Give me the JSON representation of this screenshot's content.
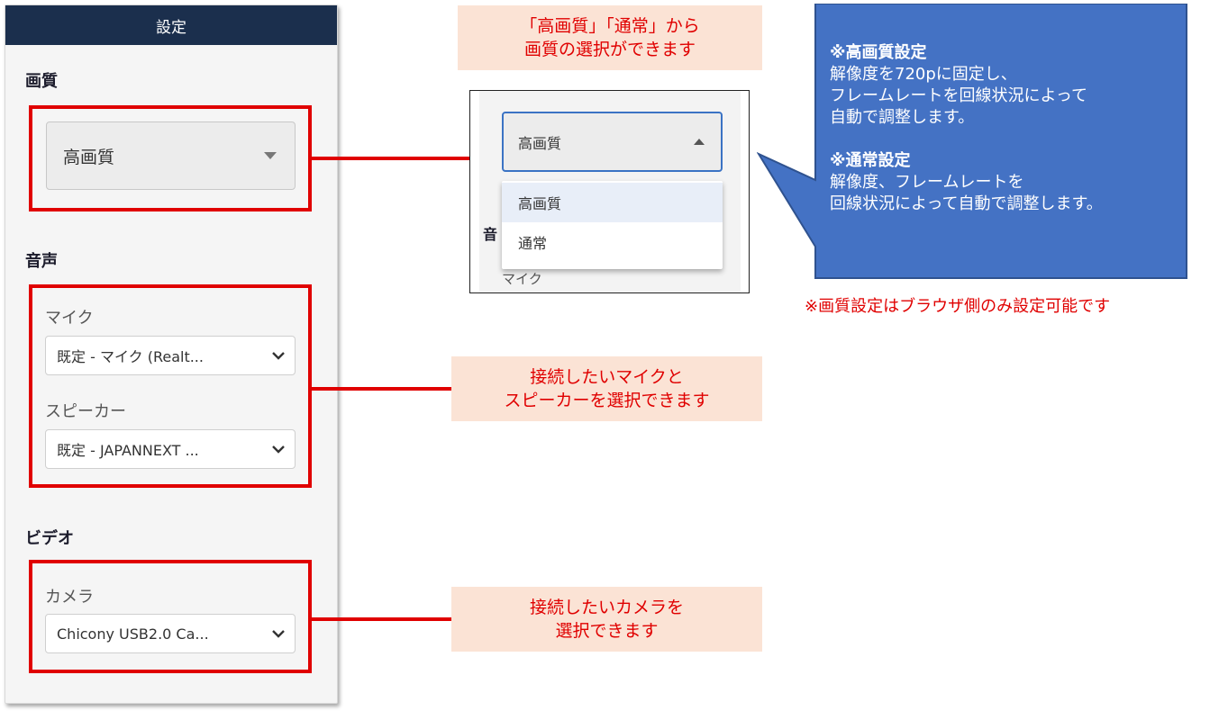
{
  "panel": {
    "header": "設定",
    "quality": {
      "title": "画質",
      "selected": "高画質"
    },
    "audio": {
      "title": "音声",
      "mic_label": "マイク",
      "mic_value": "既定 - マイク (Realt...",
      "speaker_label": "スピーカー",
      "speaker_value": "既定 - JAPANNEXT ..."
    },
    "video": {
      "title": "ビデオ",
      "camera_label": "カメラ",
      "camera_value": "Chicony USB2.0 Ca..."
    }
  },
  "callouts": {
    "quality_note": [
      "「高画質」「通常」から",
      "画質の選択ができます"
    ],
    "audio_note": [
      "接続したいマイクと",
      "スピーカーを選択できます"
    ],
    "camera_note": [
      "接続したいカメラを",
      "選択できます"
    ]
  },
  "inset": {
    "selected": "高画質",
    "options": [
      "高画質",
      "通常"
    ],
    "peek_section": "音",
    "peek_label": "マイク"
  },
  "bubble": {
    "hq_title": "※高画質設定",
    "hq_lines": [
      "解像度を720pに固定し、",
      "フレームレートを回線状況によって",
      "自動で調整します。"
    ],
    "normal_title": "※通常設定",
    "normal_lines": [
      "解像度、フレームレートを",
      "回線状況によって自動で調整します。"
    ]
  },
  "footnote": "※画質設定はブラウザ側のみ設定可能です",
  "colors": {
    "header_bg": "#1b2f4d",
    "highlight_red": "#e00000",
    "note_bg": "#fbe3d5",
    "bubble_blue": "#4472c4"
  },
  "icons": {
    "quality_caret": "caret-down-icon",
    "inset_caret": "caret-up-icon",
    "select_chevron": "chevron-down-icon"
  }
}
